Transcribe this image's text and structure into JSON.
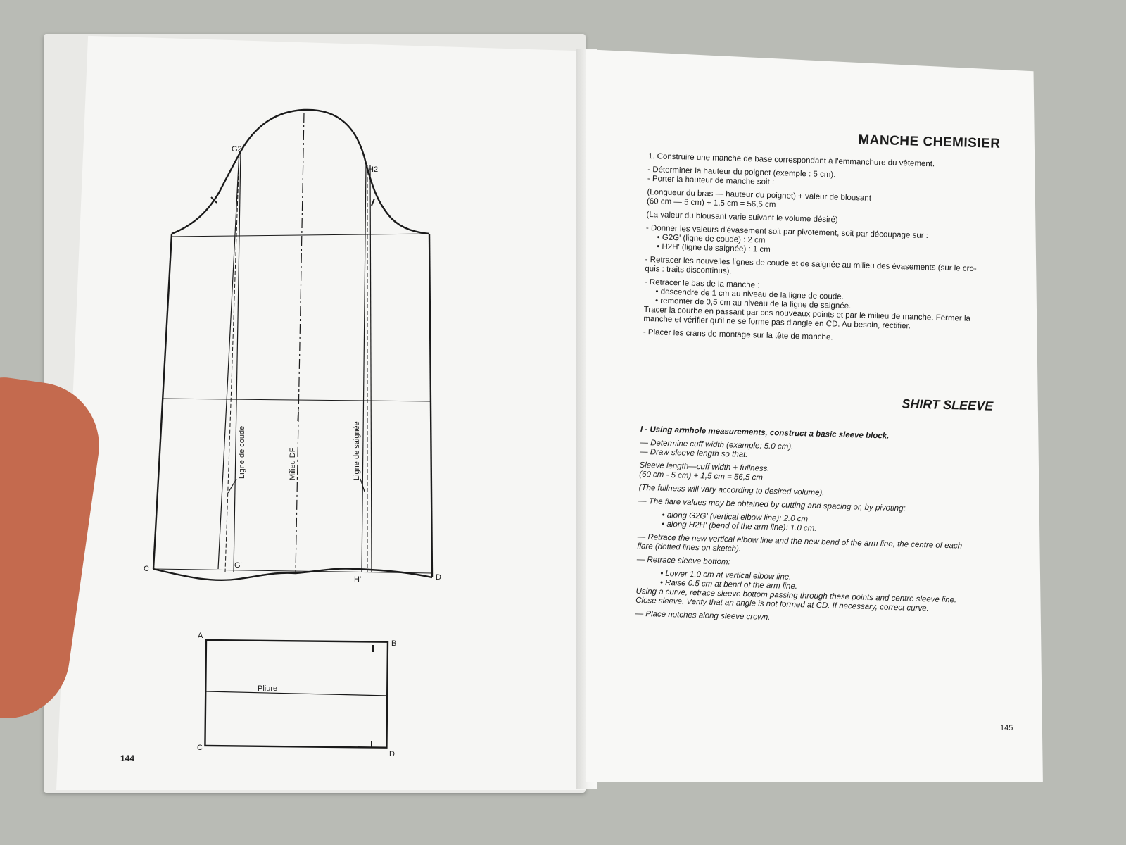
{
  "left_page": {
    "page_number": "144",
    "diagram_labels": {
      "g2": "G2",
      "h2": "H2",
      "c": "C",
      "d": "D",
      "g_prime": "G'",
      "h_prime": "H'",
      "elbow_line": "Ligne de coude",
      "middle": "Milieu DF",
      "arm_bend": "Ligne de saignée"
    },
    "cuff_labels": {
      "a": "A",
      "b": "B",
      "c": "C",
      "d": "D",
      "fold": "Pliure"
    }
  },
  "right_page": {
    "page_number": "145",
    "french": {
      "title": "MANCHE CHEMISIER",
      "step1": "1. Construire une manche de base correspondant à l'emmanchure du vêtement.",
      "cuff_height": "- Déterminer la hauteur du poignet (exemple : 5 cm).",
      "sleeve_height": "- Porter la hauteur de manche soit :",
      "formula1": "(Longueur du bras — hauteur du poignet) + valeur de blousant",
      "formula2": "(60 cm — 5 cm) + 1,5 cm = 56,5 cm",
      "blousant_note": "(La valeur du blousant varie suivant le volume désiré)",
      "flare_intro": "- Donner les valeurs d'évasement soit par pivotement, soit par découpage sur :",
      "flare_g2g": "• G2G' (ligne de coude) : 2 cm",
      "flare_h2h": "• H2H' (ligne de saignée) : 1 cm",
      "retrace_lines": "- Retracer les nouvelles lignes de coude et de saignée au milieu des évasements (sur le cro-\nquis : traits discontinus).",
      "retrace_bottom": "- Retracer le bas de la manche :",
      "lower": "• descendre de 1 cm au niveau de la ligne de coude.",
      "raise": "• remonter de 0,5 cm au niveau de la ligne de saignée.",
      "curve": "Tracer la courbe en passant par ces nouveaux points et par le milieu de manche. Fermer la\nmanche et vérifier qu'il ne se forme pas d'angle en CD. Au besoin, rectifier.",
      "notches": "- Placer les crans de montage sur la tête de manche."
    },
    "english": {
      "title": "SHIRT SLEEVE",
      "step1": "I - Using armhole measurements, construct a basic sleeve block.",
      "cuff_width": "— Determine cuff width (example: 5.0 cm).",
      "sleeve_length": "— Draw sleeve length so that:",
      "formula1": "Sleeve length—cuff width + fullness.",
      "formula2": "(60 cm - 5 cm) + 1,5 cm = 56,5 cm",
      "fullness_note": "(The fullness will vary according to desired volume).",
      "flare_intro": "— The flare values may be obtained by cutting and spacing or, by pivoting:",
      "flare_g2g": "• along G2G' (vertical elbow line): 2.0 cm",
      "flare_h2h": "• along H2H' (bend of the arm line): 1.0 cm.",
      "retrace_lines": "— Retrace the new vertical elbow line and the new bend of the arm line, the centre of each\nflare (dotted lines on sketch).",
      "retrace_bottom": "— Retrace sleeve bottom:",
      "lower": "• Lower 1.0 cm at vertical elbow line.",
      "raise": "• Raise 0.5 cm at bend of the arm line.",
      "curve": "Using a curve, retrace sleeve bottom passing through these points and centre sleeve line.\nClose sleeve. Verify that an angle is not formed at CD. If necessary, correct curve.",
      "notches": "— Place notches along sleeve crown."
    }
  }
}
